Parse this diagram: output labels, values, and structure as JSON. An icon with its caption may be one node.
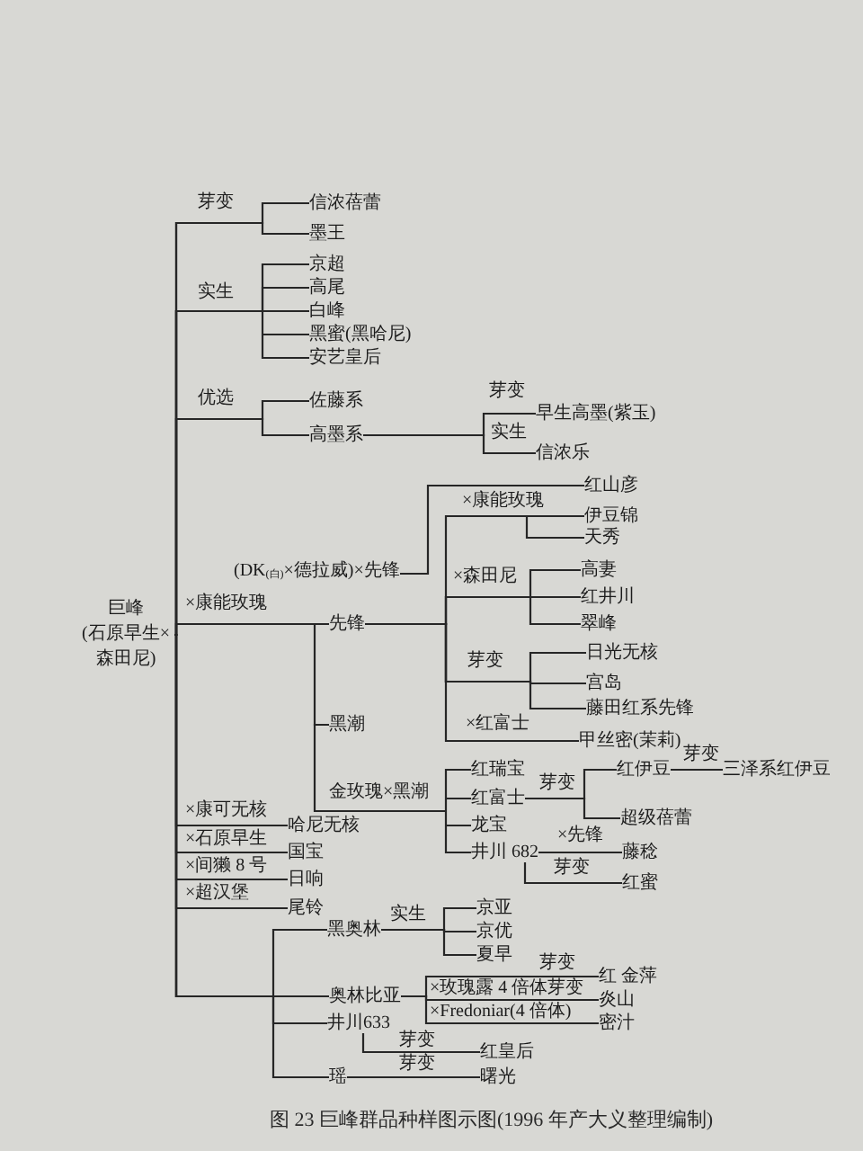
{
  "diagram": {
    "caption": "图 23  巨峰群品种样图示图(1996 年产大义整理编制)",
    "nodes": [
      {
        "text": [
          "巨峰",
          "(石原早生×森田尼)"
        ]
      },
      {
        "text": [
          "信浓蓓蕾"
        ]
      },
      {
        "text": [
          "墨王"
        ]
      },
      {
        "text": [
          "京超"
        ]
      },
      {
        "text": [
          "高尾"
        ]
      },
      {
        "text": [
          "白峰"
        ]
      },
      {
        "text": [
          "黑蜜(黑哈尼)"
        ]
      },
      {
        "text": [
          "安艺皇后"
        ]
      },
      {
        "text": [
          "佐藤系"
        ]
      },
      {
        "text": [
          "高墨系"
        ]
      },
      {
        "text": [
          "早生高墨(紫玉)"
        ]
      },
      {
        "text": [
          "信浓乐"
        ]
      },
      {
        "text": [
          "(DK$_{(白)}$×德拉威)×先锋"
        ]
      },
      {
        "text": [
          "红山彦"
        ]
      },
      {
        "text": [
          "先锋"
        ]
      },
      {
        "text": [
          "伊豆锦"
        ]
      },
      {
        "text": [
          "天秀"
        ]
      },
      {
        "text": [
          "高妻"
        ]
      },
      {
        "text": [
          "红井川"
        ]
      },
      {
        "text": [
          "翠峰"
        ]
      },
      {
        "text": [
          "日光无核"
        ]
      },
      {
        "text": [
          "宫岛"
        ]
      },
      {
        "text": [
          "藤田红系先锋"
        ]
      },
      {
        "text": [
          "甲丝密(茉莉)"
        ]
      },
      {
        "text": [
          "黑潮"
        ]
      },
      {
        "text": [
          "红瑞宝"
        ]
      },
      {
        "text": [
          "红富士"
        ]
      },
      {
        "text": [
          "红伊豆"
        ]
      },
      {
        "text": [
          "三泽系红伊豆"
        ]
      },
      {
        "text": [
          "超级蓓蕾"
        ]
      },
      {
        "text": [
          "龙宝"
        ]
      },
      {
        "text": [
          "井川 682"
        ]
      },
      {
        "text": [
          "藤稔"
        ]
      },
      {
        "text": [
          "红蜜"
        ]
      },
      {
        "text": [
          "哈尼无核"
        ]
      },
      {
        "text": [
          "国宝"
        ]
      },
      {
        "text": [
          "日响"
        ]
      },
      {
        "text": [
          "尾铃"
        ]
      },
      {
        "text": [
          "黑奥林"
        ]
      },
      {
        "text": [
          "京亚"
        ]
      },
      {
        "text": [
          "京优"
        ]
      },
      {
        "text": [
          "夏早"
        ]
      },
      {
        "text": [
          "奥林比亚"
        ]
      },
      {
        "text": [
          "红 金萍"
        ]
      },
      {
        "text": [
          "炎山"
        ]
      },
      {
        "text": [
          "密汁"
        ]
      },
      {
        "text": [
          "井川633"
        ]
      },
      {
        "text": [
          "红皇后"
        ]
      },
      {
        "text": [
          "瑶"
        ]
      },
      {
        "text": [
          "曙光"
        ]
      }
    ],
    "edges": [
      {
        "from": 0,
        "to": 1,
        "arrow": "none",
        "label": "芽变"
      },
      {
        "from": 0,
        "to": 2,
        "arrow": "none"
      },
      {
        "from": 0,
        "to": 3,
        "arrow": "none",
        "label": "实生"
      },
      {
        "from": 0,
        "to": 4,
        "arrow": "none"
      },
      {
        "from": 0,
        "to": 5,
        "arrow": "none"
      },
      {
        "from": 0,
        "to": 6,
        "arrow": "none"
      },
      {
        "from": 0,
        "to": 7,
        "arrow": "none"
      },
      {
        "from": 0,
        "to": 8,
        "arrow": "none",
        "label": "优选"
      },
      {
        "from": 0,
        "to": 9,
        "arrow": "none"
      },
      {
        "from": 9,
        "to": 10,
        "arrow": "none",
        "label": "芽变"
      },
      {
        "from": 9,
        "to": 11,
        "arrow": "none",
        "label": "实生"
      },
      {
        "from": 12,
        "to": 13,
        "arrow": "none"
      },
      {
        "from": 0,
        "to": 14,
        "arrow": "none",
        "label": "×康能玫瑰"
      },
      {
        "from": 0,
        "to": 24,
        "arrow": "none"
      },
      {
        "from": 14,
        "to": 15,
        "arrow": "none",
        "label": "×康能玫瑰"
      },
      {
        "from": 14,
        "to": 16,
        "arrow": "none"
      },
      {
        "from": 14,
        "to": 17,
        "arrow": "none",
        "label": "×森田尼"
      },
      {
        "from": 14,
        "to": 18,
        "arrow": "none"
      },
      {
        "from": 14,
        "to": 19,
        "arrow": "none"
      },
      {
        "from": 14,
        "to": 20,
        "arrow": "none",
        "label": "芽变"
      },
      {
        "from": 14,
        "to": 21,
        "arrow": "none"
      },
      {
        "from": 14,
        "to": 22,
        "arrow": "none"
      },
      {
        "from": 14,
        "to": 23,
        "arrow": "none",
        "label": "×红富士"
      },
      {
        "from": 24,
        "to": 25,
        "arrow": "none",
        "label": "金玫瑰×黑潮"
      },
      {
        "from": 24,
        "to": 26,
        "arrow": "none"
      },
      {
        "from": 24,
        "to": 30,
        "arrow": "none"
      },
      {
        "from": 24,
        "to": 31,
        "arrow": "none"
      },
      {
        "from": 26,
        "to": 27,
        "arrow": "none",
        "label": "芽变"
      },
      {
        "from": 26,
        "to": 29,
        "arrow": "none"
      },
      {
        "from": 27,
        "to": 28,
        "arrow": "none",
        "label": "芽变"
      },
      {
        "from": 31,
        "to": 32,
        "arrow": "none",
        "label": "×先锋"
      },
      {
        "from": 31,
        "to": 33,
        "arrow": "none",
        "label": "芽变"
      },
      {
        "from": 0,
        "to": 34,
        "arrow": "none",
        "label": "×康可无核"
      },
      {
        "from": 0,
        "to": 35,
        "arrow": "none",
        "label": "×石原早生"
      },
      {
        "from": 0,
        "to": 36,
        "arrow": "none",
        "label": "×间獭 8 号"
      },
      {
        "from": 0,
        "to": 37,
        "arrow": "none",
        "label": "×超汉堡"
      },
      {
        "from": 0,
        "to": 38,
        "arrow": "none"
      },
      {
        "from": 38,
        "to": 39,
        "arrow": "none",
        "label": "实生"
      },
      {
        "from": 38,
        "to": 40,
        "arrow": "none"
      },
      {
        "from": 38,
        "to": 41,
        "arrow": "none"
      },
      {
        "from": 0,
        "to": 42,
        "arrow": "none"
      },
      {
        "from": 42,
        "to": 43,
        "arrow": "none",
        "label": "芽变"
      },
      {
        "from": 42,
        "to": 44,
        "arrow": "none",
        "label": "×玫瑰露 4 倍体芽变"
      },
      {
        "from": 42,
        "to": 45,
        "arrow": "none",
        "label": "×Fredoniar(4 倍体)"
      },
      {
        "from": 0,
        "to": 46,
        "arrow": "none"
      },
      {
        "from": 46,
        "to": 47,
        "arrow": "none",
        "label": "芽变"
      },
      {
        "from": 0,
        "to": 48,
        "arrow": "none"
      },
      {
        "from": 48,
        "to": 49,
        "arrow": "none",
        "label": "芽变"
      }
    ]
  }
}
